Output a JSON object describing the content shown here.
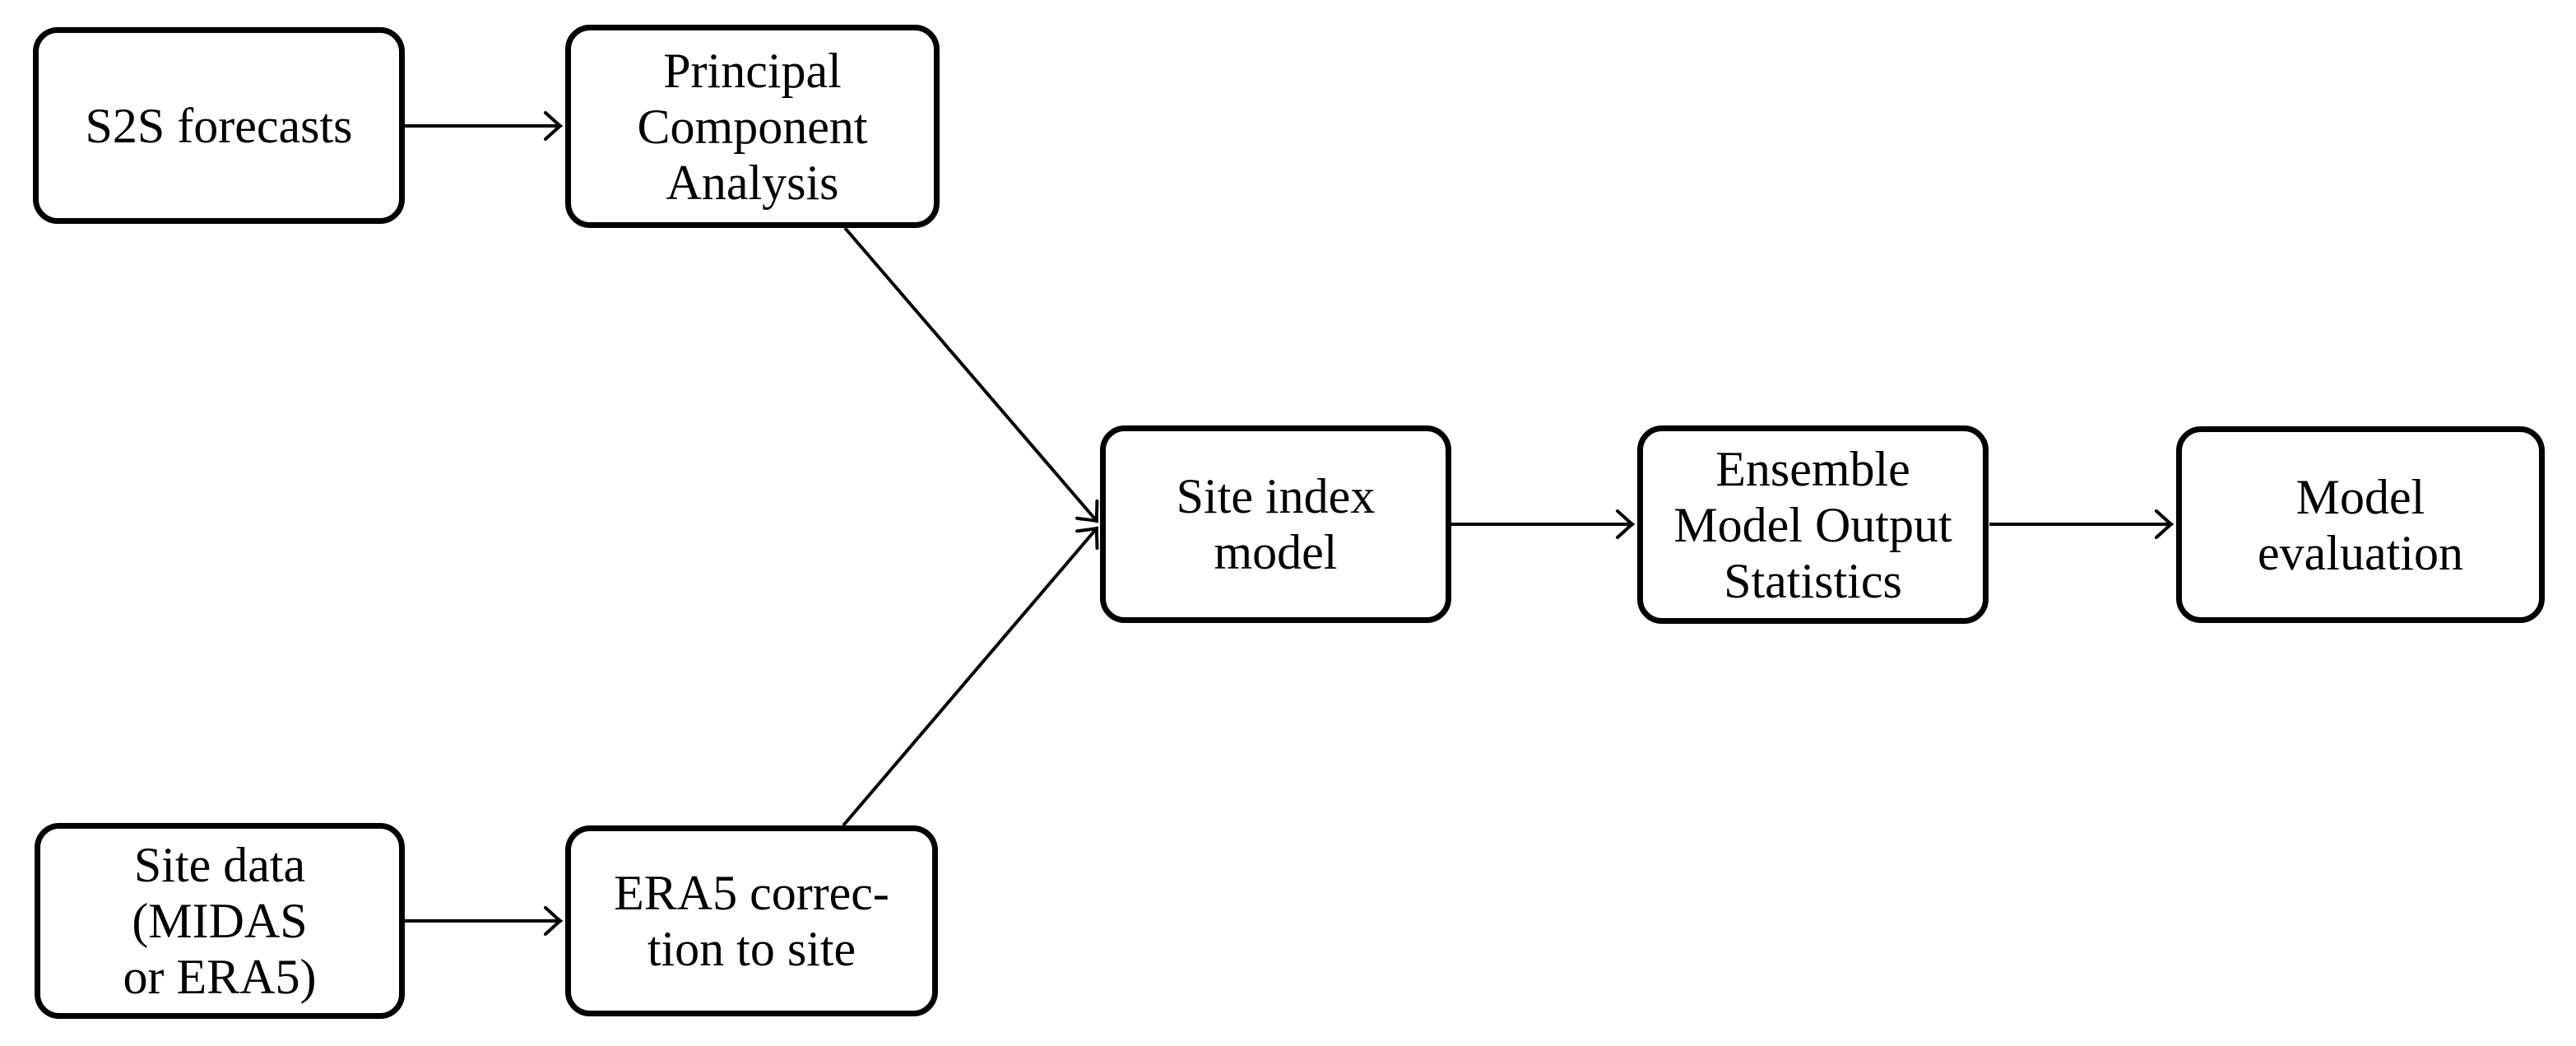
{
  "diagram": {
    "type": "flowchart",
    "colors": {
      "background": "#ffffff",
      "stroke": "#000000",
      "text": "#000000"
    },
    "nodes": [
      {
        "id": "s2s-forecasts",
        "label": "S2S forecasts"
      },
      {
        "id": "pca",
        "label": "Principal\nComponent\nAnalysis"
      },
      {
        "id": "site-data",
        "label": "Site data\n(MIDAS\nor ERA5)"
      },
      {
        "id": "era5-correction",
        "label": "ERA5 correc-\ntion to site"
      },
      {
        "id": "site-index-model",
        "label": "Site index\nmodel"
      },
      {
        "id": "emos",
        "label": "Ensemble\nModel Output\nStatistics"
      },
      {
        "id": "model-evaluation",
        "label": "Model\nevaluation"
      }
    ],
    "edges": [
      {
        "from": "s2s-forecasts",
        "to": "pca"
      },
      {
        "from": "site-data",
        "to": "era5-correction"
      },
      {
        "from": "pca",
        "to": "site-index-model"
      },
      {
        "from": "era5-correction",
        "to": "site-index-model"
      },
      {
        "from": "site-index-model",
        "to": "emos"
      },
      {
        "from": "emos",
        "to": "model-evaluation"
      }
    ],
    "arrow_style": "open-v"
  }
}
